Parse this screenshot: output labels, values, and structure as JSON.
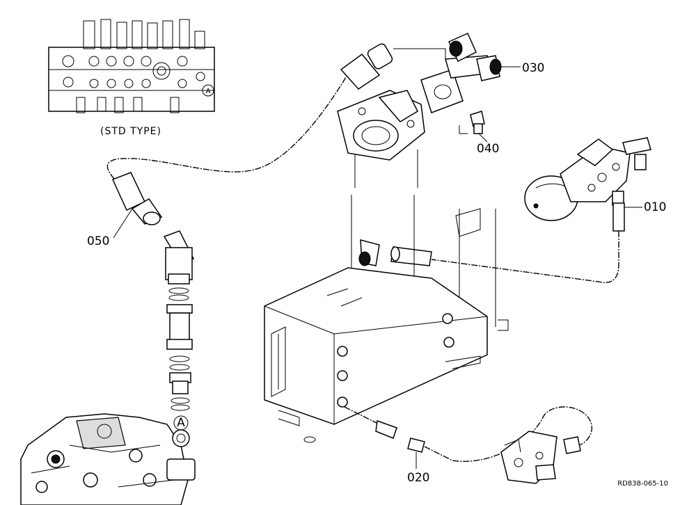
{
  "part_labels": {
    "p010": "010",
    "p020": "020",
    "p030": "030",
    "p040": "040",
    "p050": "050"
  },
  "inset_caption": "(STD TYPE)",
  "reference_marker": "A",
  "drawing_number": "RD838-065-10"
}
